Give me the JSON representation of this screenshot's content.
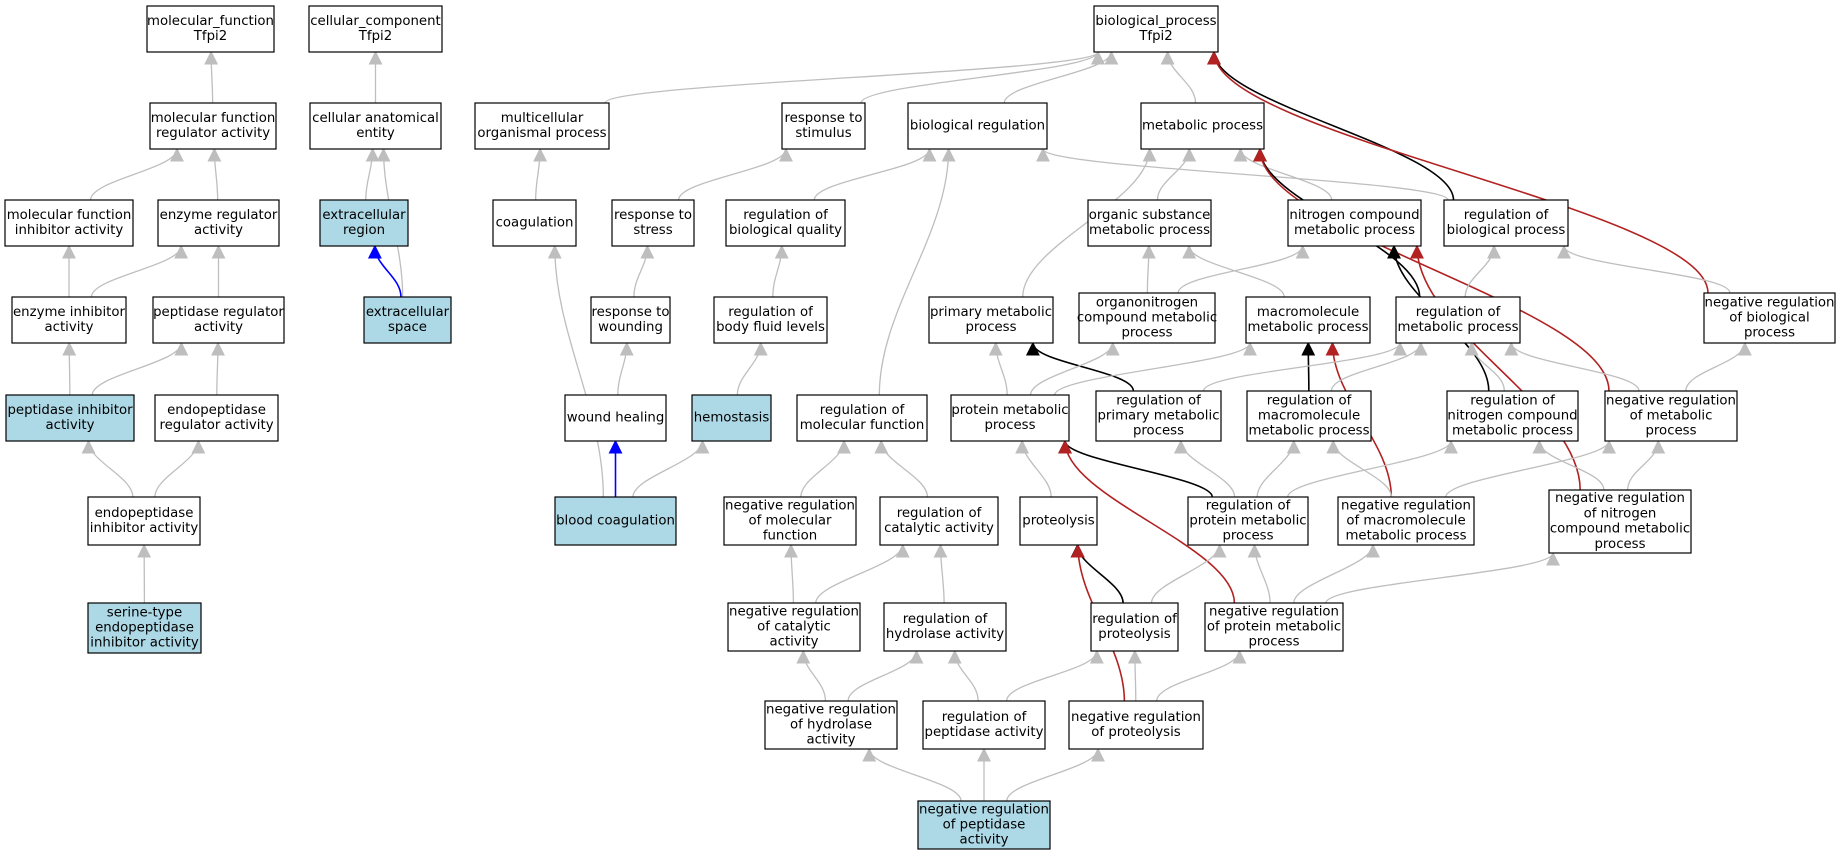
{
  "colors": {
    "node_fill": "#ffffff",
    "highlight_fill": "#add8e6",
    "edge_default": "#bebebe",
    "edge_black": "#000000",
    "edge_red": "#b22222",
    "edge_blue": "#0000ff"
  },
  "nodes": [
    {
      "id": "mf_root",
      "lines": [
        "molecular_function",
        "Tfpi2"
      ],
      "highlight": false
    },
    {
      "id": "cc_root",
      "lines": [
        "cellular_component",
        "Tfpi2"
      ],
      "highlight": false
    },
    {
      "id": "bp_root",
      "lines": [
        "biological_process",
        "Tfpi2"
      ],
      "highlight": false
    },
    {
      "id": "mf_reg",
      "lines": [
        "molecular function",
        "regulator activity"
      ],
      "highlight": false
    },
    {
      "id": "cae",
      "lines": [
        "cellular anatomical",
        "entity"
      ],
      "highlight": false
    },
    {
      "id": "multi",
      "lines": [
        "multicellular",
        "organismal process"
      ],
      "highlight": false
    },
    {
      "id": "resp_stim",
      "lines": [
        "response to",
        "stimulus"
      ],
      "highlight": false
    },
    {
      "id": "bio_reg",
      "lines": [
        "biological regulation"
      ],
      "highlight": false
    },
    {
      "id": "met_proc",
      "lines": [
        "metabolic process"
      ],
      "highlight": false
    },
    {
      "id": "mf_inhib",
      "lines": [
        "molecular function",
        "inhibitor activity"
      ],
      "highlight": false
    },
    {
      "id": "enz_reg",
      "lines": [
        "enzyme regulator",
        "activity"
      ],
      "highlight": false
    },
    {
      "id": "ext_region",
      "lines": [
        "extracellular",
        "region"
      ],
      "highlight": true
    },
    {
      "id": "coag",
      "lines": [
        "coagulation"
      ],
      "highlight": false
    },
    {
      "id": "resp_stress",
      "lines": [
        "response to",
        "stress"
      ],
      "highlight": false
    },
    {
      "id": "reg_bioqual",
      "lines": [
        "regulation of",
        "biological quality"
      ],
      "highlight": false
    },
    {
      "id": "org_sub",
      "lines": [
        "organic substance",
        "metabolic process"
      ],
      "highlight": false
    },
    {
      "id": "nitro",
      "lines": [
        "nitrogen compound",
        "metabolic process"
      ],
      "highlight": false
    },
    {
      "id": "reg_bioproc",
      "lines": [
        "regulation of",
        "biological process"
      ],
      "highlight": false
    },
    {
      "id": "enz_inhib",
      "lines": [
        "enzyme inhibitor",
        "activity"
      ],
      "highlight": false
    },
    {
      "id": "pep_reg",
      "lines": [
        "peptidase regulator",
        "activity"
      ],
      "highlight": false
    },
    {
      "id": "ext_space",
      "lines": [
        "extracellular",
        "space"
      ],
      "highlight": true
    },
    {
      "id": "resp_wound",
      "lines": [
        "response to",
        "wounding"
      ],
      "highlight": false
    },
    {
      "id": "reg_body",
      "lines": [
        "regulation of",
        "body fluid levels"
      ],
      "highlight": false
    },
    {
      "id": "prim_met",
      "lines": [
        "primary metabolic",
        "process"
      ],
      "highlight": false
    },
    {
      "id": "orgnitro",
      "lines": [
        "organonitrogen",
        "compound metabolic",
        "process"
      ],
      "highlight": false
    },
    {
      "id": "macro",
      "lines": [
        "macromolecule",
        "metabolic process"
      ],
      "highlight": false
    },
    {
      "id": "reg_met",
      "lines": [
        "regulation of",
        "metabolic process"
      ],
      "highlight": false
    },
    {
      "id": "neg_reg_bio",
      "lines": [
        "negative regulation",
        "of biological",
        "process"
      ],
      "highlight": false
    },
    {
      "id": "pep_inhib",
      "lines": [
        "peptidase inhibitor",
        "activity"
      ],
      "highlight": true
    },
    {
      "id": "endo_reg",
      "lines": [
        "endopeptidase",
        "regulator activity"
      ],
      "highlight": false
    },
    {
      "id": "wound",
      "lines": [
        "wound healing"
      ],
      "highlight": false
    },
    {
      "id": "hemo",
      "lines": [
        "hemostasis"
      ],
      "highlight": true
    },
    {
      "id": "reg_molfunc",
      "lines": [
        "regulation of",
        "molecular function"
      ],
      "highlight": false
    },
    {
      "id": "prot_met",
      "lines": [
        "protein metabolic",
        "process"
      ],
      "highlight": false
    },
    {
      "id": "reg_prim",
      "lines": [
        "regulation of",
        "primary metabolic",
        "process"
      ],
      "highlight": false
    },
    {
      "id": "reg_macro",
      "lines": [
        "regulation of",
        "macromolecule",
        "metabolic process"
      ],
      "highlight": false
    },
    {
      "id": "reg_nitro",
      "lines": [
        "regulation of",
        "nitrogen compound",
        "metabolic process"
      ],
      "highlight": false
    },
    {
      "id": "neg_reg_met",
      "lines": [
        "negative regulation",
        "of metabolic",
        "process"
      ],
      "highlight": false
    },
    {
      "id": "endo_inhib",
      "lines": [
        "endopeptidase",
        "inhibitor activity"
      ],
      "highlight": false
    },
    {
      "id": "blood_coag",
      "lines": [
        "blood coagulation"
      ],
      "highlight": true
    },
    {
      "id": "neg_reg_molfunc",
      "lines": [
        "negative regulation",
        "of molecular",
        "function"
      ],
      "highlight": false
    },
    {
      "id": "reg_cat",
      "lines": [
        "regulation of",
        "catalytic activity"
      ],
      "highlight": false
    },
    {
      "id": "proteolysis",
      "lines": [
        "proteolysis"
      ],
      "highlight": false
    },
    {
      "id": "reg_protmet",
      "lines": [
        "regulation of",
        "protein metabolic",
        "process"
      ],
      "highlight": false
    },
    {
      "id": "neg_reg_macro",
      "lines": [
        "negative regulation",
        "of macromolecule",
        "metabolic process"
      ],
      "highlight": false
    },
    {
      "id": "neg_reg_nitro",
      "lines": [
        "negative regulation",
        "of nitrogen",
        "compound metabolic",
        "process"
      ],
      "highlight": false
    },
    {
      "id": "serine",
      "lines": [
        "serine-type",
        "endopeptidase",
        "inhibitor activity"
      ],
      "highlight": true
    },
    {
      "id": "neg_reg_cat",
      "lines": [
        "negative regulation",
        "of catalytic",
        "activity"
      ],
      "highlight": false
    },
    {
      "id": "reg_hydro",
      "lines": [
        "regulation of",
        "hydrolase activity"
      ],
      "highlight": false
    },
    {
      "id": "reg_proteolysis",
      "lines": [
        "regulation of",
        "proteolysis"
      ],
      "highlight": false
    },
    {
      "id": "neg_reg_protmet",
      "lines": [
        "negative regulation",
        "of protein metabolic",
        "process"
      ],
      "highlight": false
    },
    {
      "id": "neg_reg_hydro",
      "lines": [
        "negative regulation",
        "of hydrolase",
        "activity"
      ],
      "highlight": false
    },
    {
      "id": "reg_pep",
      "lines": [
        "regulation of",
        "peptidase activity"
      ],
      "highlight": false
    },
    {
      "id": "neg_reg_proteolysis",
      "lines": [
        "negative regulation",
        "of proteolysis"
      ],
      "highlight": false
    },
    {
      "id": "neg_reg_pep",
      "lines": [
        "negative regulation",
        "of peptidase",
        "activity"
      ],
      "highlight": true
    }
  ],
  "edges": [
    {
      "from": "mf_reg",
      "to": "mf_root",
      "color": "gray"
    },
    {
      "from": "cae",
      "to": "cc_root",
      "color": "gray"
    },
    {
      "from": "multi",
      "to": "bp_root",
      "color": "gray"
    },
    {
      "from": "resp_stim",
      "to": "bp_root",
      "color": "gray"
    },
    {
      "from": "bio_reg",
      "to": "bp_root",
      "color": "gray"
    },
    {
      "from": "met_proc",
      "to": "bp_root",
      "color": "gray"
    },
    {
      "from": "reg_bioproc",
      "to": "bp_root",
      "color": "black"
    },
    {
      "from": "neg_reg_bio",
      "to": "bp_root",
      "color": "red"
    },
    {
      "from": "mf_inhib",
      "to": "mf_reg",
      "color": "gray"
    },
    {
      "from": "enz_reg",
      "to": "mf_reg",
      "color": "gray"
    },
    {
      "from": "ext_region",
      "to": "cae",
      "color": "gray"
    },
    {
      "from": "ext_space",
      "to": "cae",
      "color": "gray"
    },
    {
      "from": "ext_space",
      "to": "ext_region",
      "color": "blue"
    },
    {
      "from": "coag",
      "to": "multi",
      "color": "gray"
    },
    {
      "from": "resp_stress",
      "to": "resp_stim",
      "color": "gray"
    },
    {
      "from": "reg_bioqual",
      "to": "bio_reg",
      "color": "gray"
    },
    {
      "from": "reg_bioproc",
      "to": "bio_reg",
      "color": "gray"
    },
    {
      "from": "reg_molfunc",
      "to": "bio_reg",
      "color": "gray"
    },
    {
      "from": "org_sub",
      "to": "met_proc",
      "color": "gray"
    },
    {
      "from": "nitro",
      "to": "met_proc",
      "color": "gray"
    },
    {
      "from": "prim_met",
      "to": "met_proc",
      "color": "gray"
    },
    {
      "from": "reg_met",
      "to": "met_proc",
      "color": "black"
    },
    {
      "from": "neg_reg_met",
      "to": "met_proc",
      "color": "red"
    },
    {
      "from": "enz_inhib",
      "to": "mf_inhib",
      "color": "gray"
    },
    {
      "from": "enz_inhib",
      "to": "enz_reg",
      "color": "gray"
    },
    {
      "from": "pep_reg",
      "to": "enz_reg",
      "color": "gray"
    },
    {
      "from": "resp_wound",
      "to": "resp_stress",
      "color": "gray"
    },
    {
      "from": "reg_body",
      "to": "reg_bioqual",
      "color": "gray"
    },
    {
      "from": "orgnitro",
      "to": "org_sub",
      "color": "gray"
    },
    {
      "from": "macro",
      "to": "org_sub",
      "color": "gray"
    },
    {
      "from": "orgnitro",
      "to": "nitro",
      "color": "gray"
    },
    {
      "from": "reg_nitro",
      "to": "nitro",
      "color": "black"
    },
    {
      "from": "neg_reg_nitro",
      "to": "nitro",
      "color": "red"
    },
    {
      "from": "reg_met",
      "to": "reg_bioproc",
      "color": "gray"
    },
    {
      "from": "neg_reg_bio",
      "to": "reg_bioproc",
      "color": "gray"
    },
    {
      "from": "pep_inhib",
      "to": "enz_inhib",
      "color": "gray"
    },
    {
      "from": "pep_inhib",
      "to": "pep_reg",
      "color": "gray"
    },
    {
      "from": "endo_reg",
      "to": "pep_reg",
      "color": "gray"
    },
    {
      "from": "wound",
      "to": "resp_wound",
      "color": "gray"
    },
    {
      "from": "hemo",
      "to": "reg_body",
      "color": "gray"
    },
    {
      "from": "prot_met",
      "to": "prim_met",
      "color": "gray"
    },
    {
      "from": "reg_prim",
      "to": "prim_met",
      "color": "black"
    },
    {
      "from": "prot_met",
      "to": "orgnitro",
      "color": "gray"
    },
    {
      "from": "prot_met",
      "to": "macro",
      "color": "gray"
    },
    {
      "from": "reg_macro",
      "to": "macro",
      "color": "black"
    },
    {
      "from": "neg_reg_macro",
      "to": "macro",
      "color": "red"
    },
    {
      "from": "reg_prim",
      "to": "reg_met",
      "color": "gray"
    },
    {
      "from": "reg_macro",
      "to": "reg_met",
      "color": "gray"
    },
    {
      "from": "reg_nitro",
      "to": "reg_met",
      "color": "gray"
    },
    {
      "from": "neg_reg_met",
      "to": "reg_met",
      "color": "gray"
    },
    {
      "from": "neg_reg_met",
      "to": "neg_reg_bio",
      "color": "gray"
    },
    {
      "from": "endo_inhib",
      "to": "pep_inhib",
      "color": "gray"
    },
    {
      "from": "endo_inhib",
      "to": "endo_reg",
      "color": "gray"
    },
    {
      "from": "blood_coag",
      "to": "coag",
      "color": "gray"
    },
    {
      "from": "blood_coag",
      "to": "wound",
      "color": "blue"
    },
    {
      "from": "blood_coag",
      "to": "hemo",
      "color": "gray"
    },
    {
      "from": "neg_reg_molfunc",
      "to": "reg_molfunc",
      "color": "gray"
    },
    {
      "from": "reg_cat",
      "to": "reg_molfunc",
      "color": "gray"
    },
    {
      "from": "proteolysis",
      "to": "prot_met",
      "color": "gray"
    },
    {
      "from": "reg_protmet",
      "to": "prot_met",
      "color": "black"
    },
    {
      "from": "neg_reg_protmet",
      "to": "prot_met",
      "color": "red"
    },
    {
      "from": "reg_protmet",
      "to": "reg_prim",
      "color": "gray"
    },
    {
      "from": "reg_protmet",
      "to": "reg_macro",
      "color": "gray"
    },
    {
      "from": "neg_reg_macro",
      "to": "reg_macro",
      "color": "gray"
    },
    {
      "from": "reg_protmet",
      "to": "reg_nitro",
      "color": "gray"
    },
    {
      "from": "neg_reg_nitro",
      "to": "reg_nitro",
      "color": "gray"
    },
    {
      "from": "neg_reg_macro",
      "to": "neg_reg_met",
      "color": "gray"
    },
    {
      "from": "neg_reg_nitro",
      "to": "neg_reg_met",
      "color": "gray"
    },
    {
      "from": "serine",
      "to": "endo_inhib",
      "color": "gray"
    },
    {
      "from": "neg_reg_cat",
      "to": "neg_reg_molfunc",
      "color": "gray"
    },
    {
      "from": "neg_reg_cat",
      "to": "reg_cat",
      "color": "gray"
    },
    {
      "from": "reg_hydro",
      "to": "reg_cat",
      "color": "gray"
    },
    {
      "from": "reg_proteolysis",
      "to": "reg_protmet",
      "color": "gray"
    },
    {
      "from": "reg_proteolysis",
      "to": "proteolysis",
      "color": "black"
    },
    {
      "from": "neg_reg_protmet",
      "to": "reg_protmet",
      "color": "gray"
    },
    {
      "from": "neg_reg_protmet",
      "to": "neg_reg_macro",
      "color": "gray"
    },
    {
      "from": "neg_reg_protmet",
      "to": "neg_reg_nitro",
      "color": "gray"
    },
    {
      "from": "neg_reg_hydro",
      "to": "neg_reg_cat",
      "color": "gray"
    },
    {
      "from": "neg_reg_hydro",
      "to": "reg_hydro",
      "color": "gray"
    },
    {
      "from": "reg_pep",
      "to": "reg_hydro",
      "color": "gray"
    },
    {
      "from": "reg_pep",
      "to": "reg_proteolysis",
      "color": "gray"
    },
    {
      "from": "neg_reg_proteolysis",
      "to": "reg_proteolysis",
      "color": "gray"
    },
    {
      "from": "neg_reg_proteolysis",
      "to": "neg_reg_protmet",
      "color": "gray"
    },
    {
      "from": "neg_reg_proteolysis",
      "to": "proteolysis",
      "color": "red"
    },
    {
      "from": "neg_reg_pep",
      "to": "neg_reg_hydro",
      "color": "gray"
    },
    {
      "from": "neg_reg_pep",
      "to": "reg_pep",
      "color": "gray"
    },
    {
      "from": "neg_reg_pep",
      "to": "neg_reg_proteolysis",
      "color": "gray"
    }
  ]
}
